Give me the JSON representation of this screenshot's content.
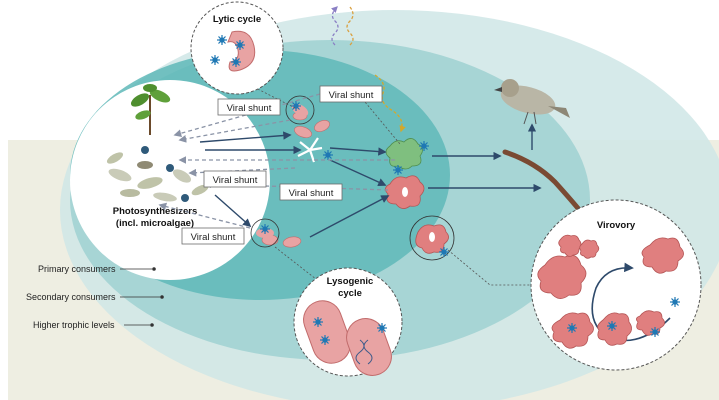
{
  "titles": {
    "lytic": "Lytic cycle",
    "lysogenic_line1": "Lysogenic",
    "lysogenic_line2": "cycle",
    "virovory": "Virovory",
    "photo_line1": "Photosynthesizers",
    "photo_line2": "(incl. microalgae)"
  },
  "viral_shunt_label": "Viral shunt",
  "trophic_levels": [
    "Primary consumers",
    "Secondary consumers",
    "Higher trophic levels"
  ],
  "colors": {
    "background_band": "#eeeee2",
    "outer_ellipse": "#cfe6e6",
    "mid_ellipse": "#9fd1d1",
    "inner_ellipse": "#5fb8b8",
    "virus": "#1f78b4",
    "cell_pink": "#e8a3a3",
    "cell_green": "#7fbf7f",
    "arrow_dark": "#2e4a6b"
  }
}
